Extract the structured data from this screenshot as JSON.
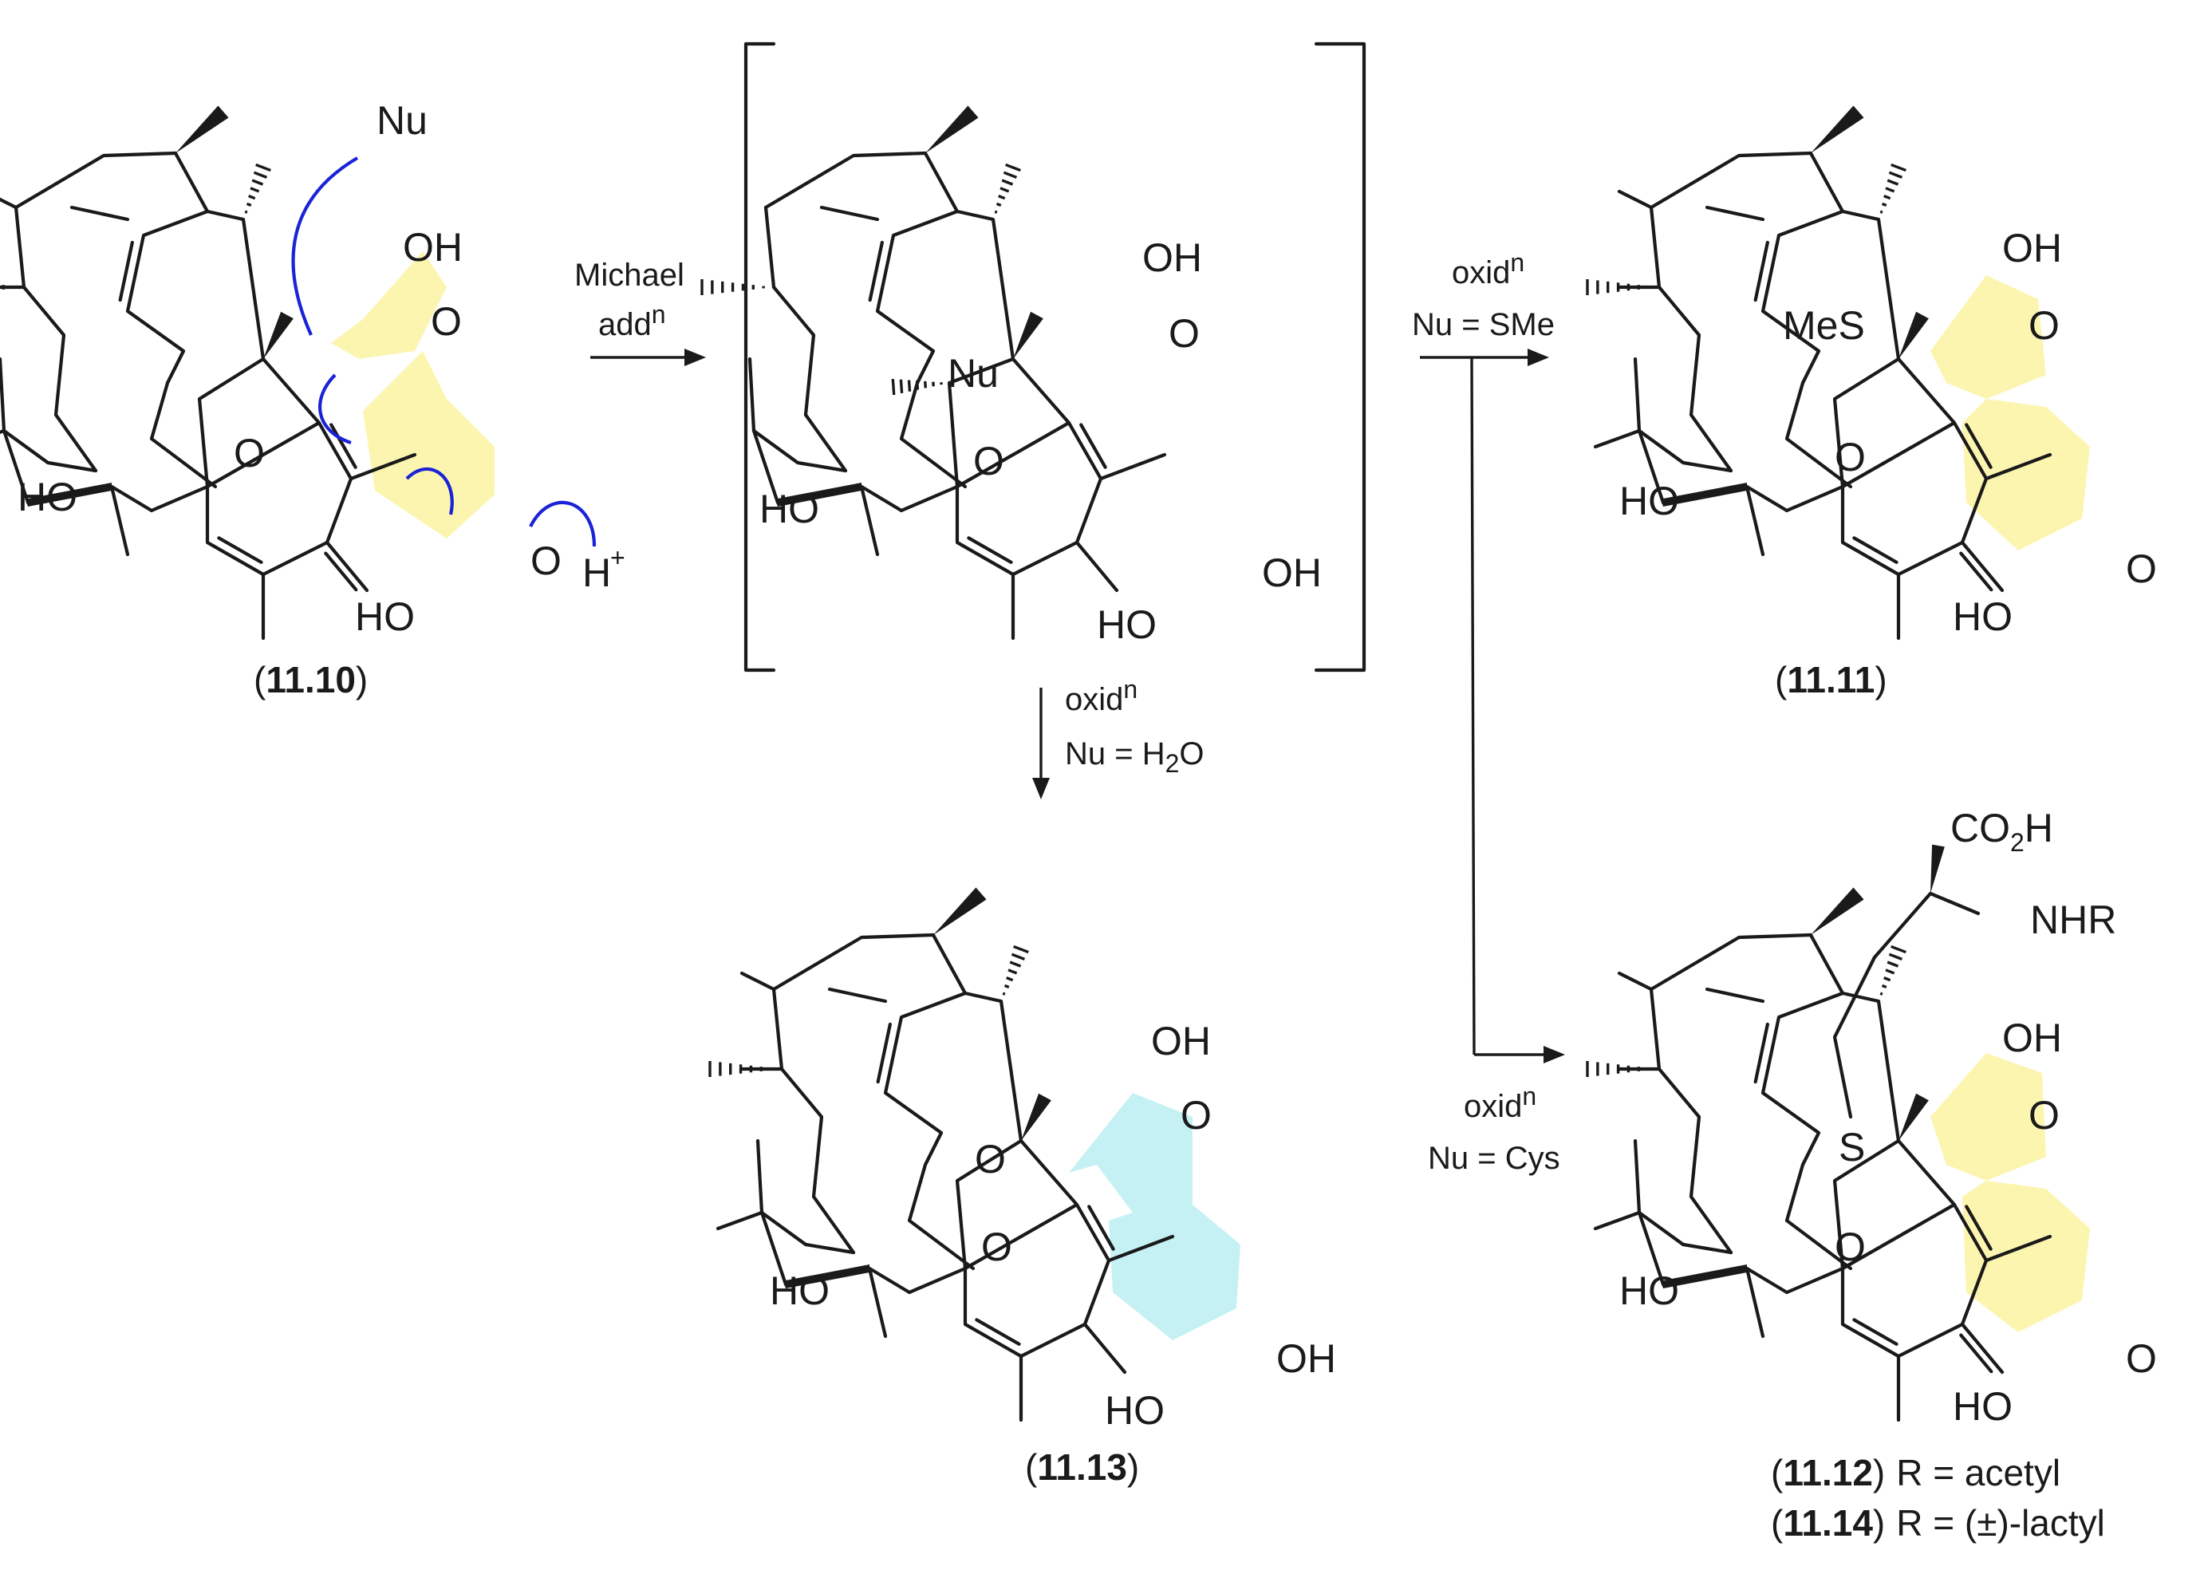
{
  "colors": {
    "ink": "#1a1a1a",
    "arrow_pushing": "#1a23d6",
    "quinone_highlight": "#fcf5b0",
    "quinol_highlight": "#c6f1f4"
  },
  "compounds": {
    "c1110": {
      "open": "(",
      "number": "11.10",
      "close": ")",
      "note": ""
    },
    "c1111": {
      "open": "(",
      "number": "11.11",
      "close": ")",
      "note": ""
    },
    "c1113": {
      "open": "(",
      "number": "11.13",
      "close": ")",
      "note": ""
    },
    "c1112": {
      "open": "(",
      "number": "11.12",
      "close": ")",
      "note": "R = acetyl"
    },
    "c1114": {
      "open": "(",
      "number": "11.14",
      "close": ")",
      "note": "R = (±)-lactyl"
    }
  },
  "atoms": {
    "OH": "OH",
    "HO": "HO",
    "O": "O",
    "Nu": "Nu",
    "H": "H",
    "plus": "+",
    "MeS": "MeS",
    "S": "S",
    "CO2H_prefix": "CO",
    "CO2H_sub": "2",
    "CO2H_suffix": "H",
    "NHR": "NHR"
  },
  "conditions": {
    "michael_line1": "Michael",
    "michael_line2_base": "add",
    "michael_line2_sup": "n",
    "oxid_base": "oxid",
    "oxid_sup": "n",
    "nu_water_prefix": "Nu = H",
    "nu_water_sub": "2",
    "nu_water_suffix": "O",
    "nu_sme": "Nu = SMe",
    "nu_cys": "Nu = Cys"
  }
}
